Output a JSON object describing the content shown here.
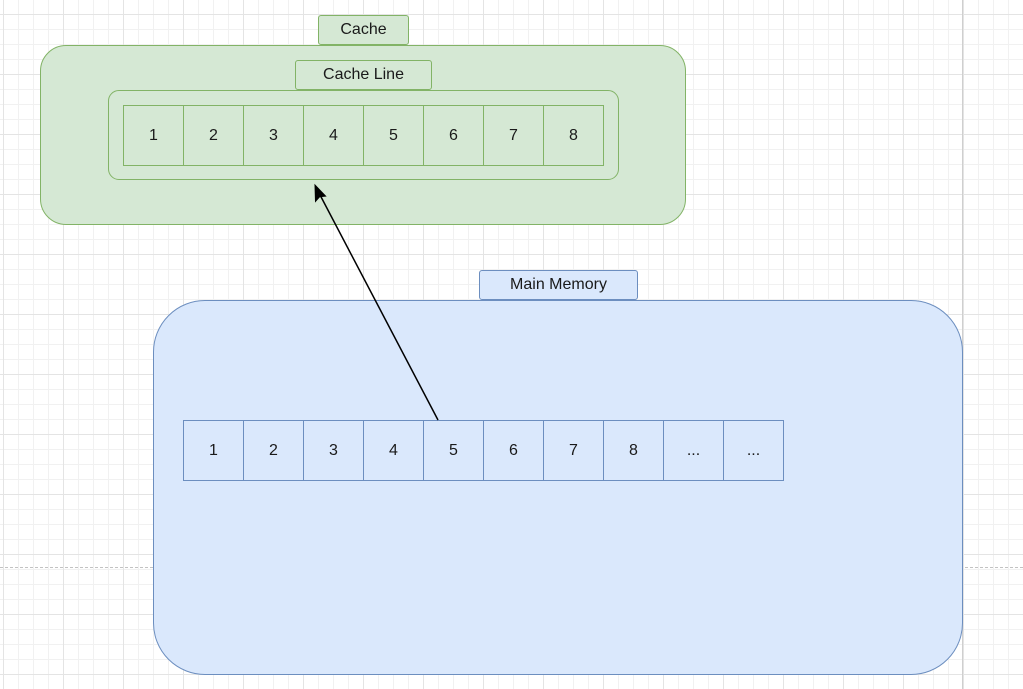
{
  "cache": {
    "title": "Cache",
    "cache_line": {
      "title": "Cache Line",
      "cells": [
        "1",
        "2",
        "3",
        "4",
        "5",
        "6",
        "7",
        "8"
      ]
    }
  },
  "main_memory": {
    "title": "Main Memory",
    "cells": [
      "1",
      "2",
      "3",
      "4",
      "5",
      "6",
      "7",
      "8",
      "...",
      "..."
    ]
  },
  "colors": {
    "cache_fill": "#d5e8d4",
    "cache_stroke": "#82b366",
    "memory_fill": "#dae8fc",
    "memory_stroke": "#6c8ebf",
    "arrow": "#000000"
  }
}
